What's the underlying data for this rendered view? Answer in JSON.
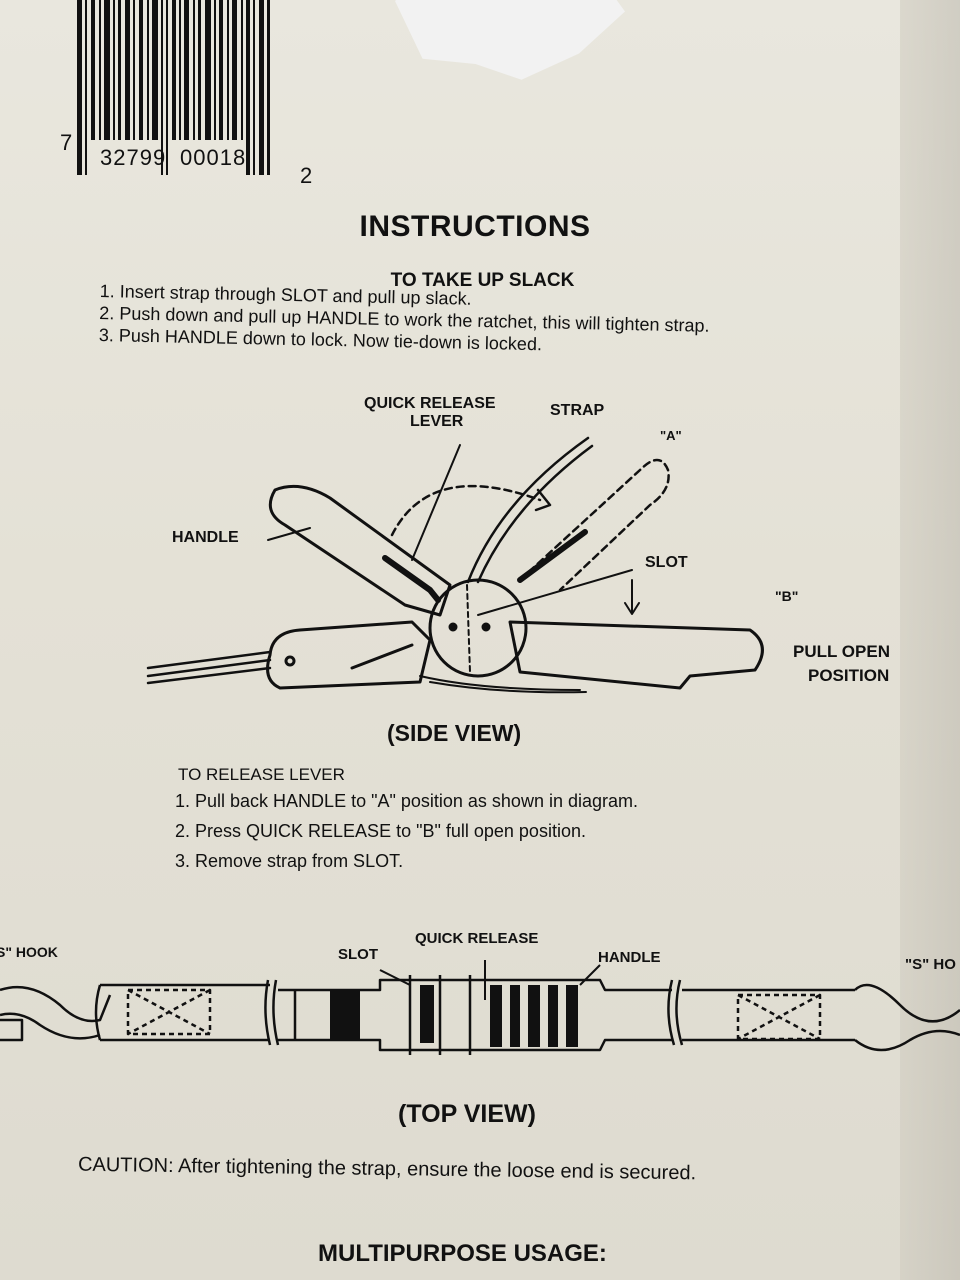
{
  "barcode": {
    "first_digit": "7",
    "left_group": "32799",
    "right_group": "00018",
    "check_digit": "2"
  },
  "instructions": {
    "title": "INSTRUCTIONS",
    "take_up_slack": {
      "heading": "TO TAKE UP SLACK",
      "steps": [
        "1. Insert strap through SLOT and pull up slack.",
        "2. Push down and pull up HANDLE to work the ratchet, this will tighten strap.",
        "3. Push HANDLE down to lock. Now tie-down is locked."
      ]
    },
    "side_view": {
      "caption": "(SIDE VIEW)",
      "labels": {
        "quick_release": "QUICK RELEASE",
        "lever": "LEVER",
        "strap": "STRAP",
        "position_a": "\"A\"",
        "handle": "HANDLE",
        "slot": "SLOT",
        "position_b": "\"B\"",
        "pull_open_1": "PULL OPEN",
        "pull_open_2": "POSITION"
      }
    },
    "release_lever": {
      "heading": "TO RELEASE LEVER",
      "steps": [
        "1. Pull back HANDLE to \"A\" position as shown in diagram.",
        "2. Press QUICK RELEASE to \"B\" full open position.",
        "3. Remove strap from SLOT."
      ]
    },
    "top_view": {
      "caption": "(TOP VIEW)",
      "labels": {
        "s_hook_left": "S\" HOOK",
        "slot": "SLOT",
        "quick_release": "QUICK RELEASE",
        "handle": "HANDLE",
        "s_hook_right": "\"S\" HO"
      }
    },
    "caution": "CAUTION: After tightening the strap, ensure the loose end is secured.",
    "multipurpose": "MULTIPURPOSE USAGE:"
  }
}
